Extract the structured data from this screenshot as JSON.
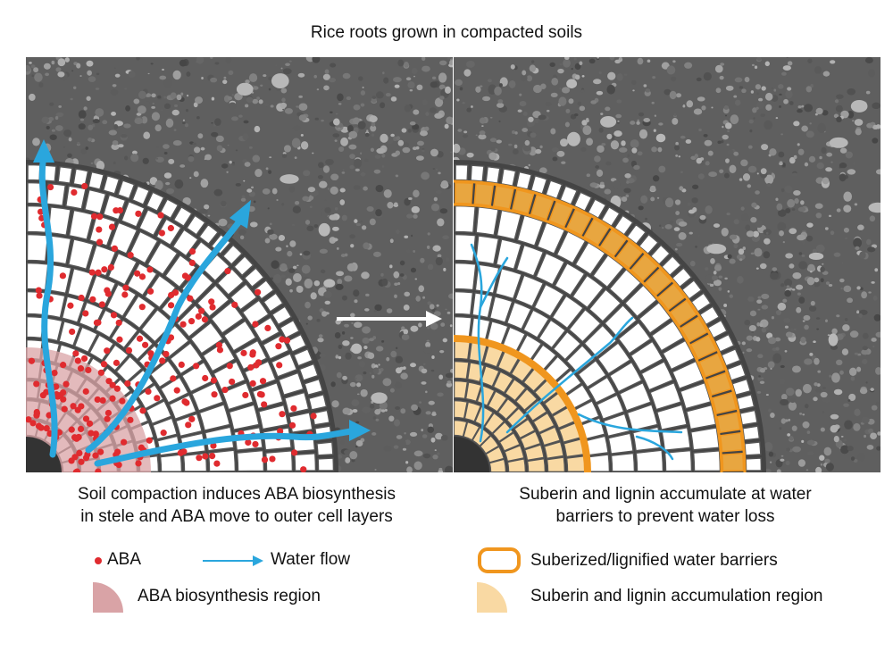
{
  "title": "Rice roots grown in compacted soils",
  "captions": {
    "left_line1": "Soil compaction induces ABA biosynthesis",
    "left_line2": "in stele and ABA move to outer cell layers",
    "right_line1": "Suberin and lignin accumulate at water",
    "right_line2": "barriers to prevent water loss"
  },
  "legend": {
    "aba": "ABA",
    "water_flow": "Water flow",
    "aba_region": "ABA biosynthesis region",
    "barriers": "Suberized/lignified water barriers",
    "accumulation_region": "Suberin and lignin accumulation region"
  },
  "colors": {
    "aba_dot": "#e02b2f",
    "water_flow": "#2aa6dd",
    "aba_region": "#d9a3a6",
    "barrier": "#f0961e",
    "accumulation": "#f9d9a3",
    "soil": "#5d5d5d",
    "stele_core": "#333333"
  }
}
